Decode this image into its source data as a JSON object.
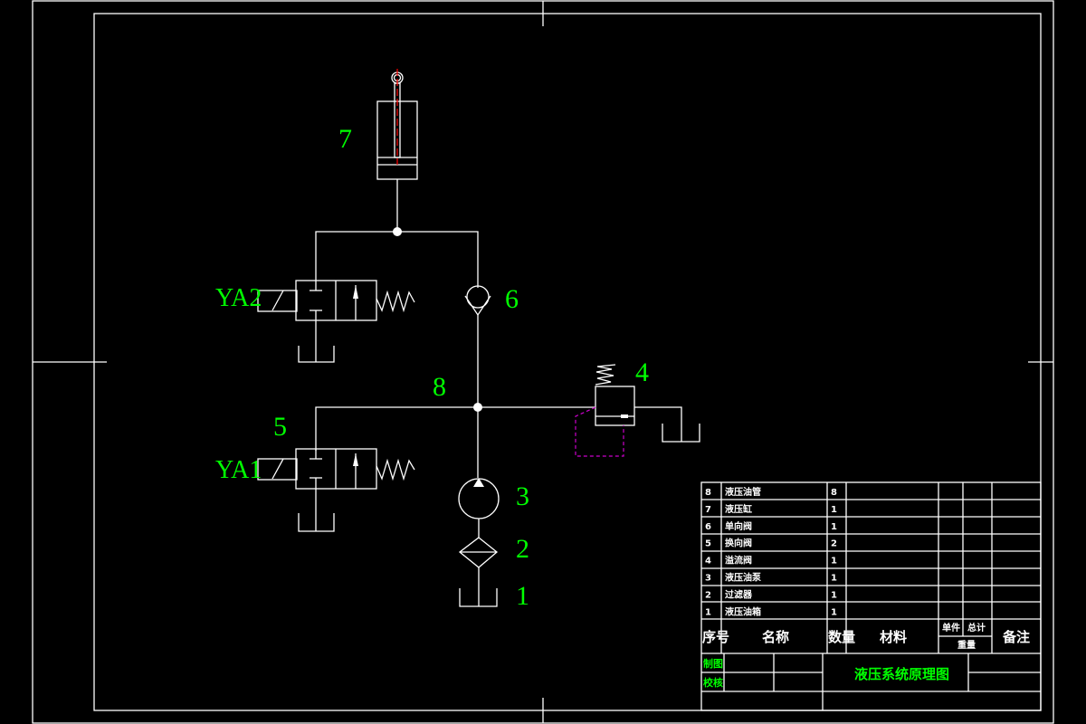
{
  "drawing": {
    "title": "液压系统原理图",
    "labels": {
      "cylinder": "7",
      "check_valve": "6",
      "relief_valve": "4",
      "pipe": "8",
      "valve_5": "5",
      "pump": "3",
      "filter": "2",
      "tank": "1",
      "solenoid_top": "YA2",
      "solenoid_bottom": "YA1"
    },
    "colors": {
      "line": "#ffffff",
      "label": "#00ff00",
      "pilot": "#cc00cc",
      "rod_axis": "#ff0000"
    }
  },
  "bom": {
    "headers": {
      "index": "序号",
      "name": "名称",
      "qty": "数量",
      "material": "材料",
      "unit": "单件",
      "total": "总计",
      "weight": "重量",
      "remark": "备注"
    },
    "rows": [
      {
        "index": "8",
        "name": "液压油管",
        "qty": "8"
      },
      {
        "index": "7",
        "name": "液压缸",
        "qty": "1"
      },
      {
        "index": "6",
        "name": "单向阀",
        "qty": "1"
      },
      {
        "index": "5",
        "name": "换向阀",
        "qty": "2"
      },
      {
        "index": "4",
        "name": "溢流阀",
        "qty": "1"
      },
      {
        "index": "3",
        "name": "液压油泵",
        "qty": "1"
      },
      {
        "index": "2",
        "name": "过滤器",
        "qty": "1"
      },
      {
        "index": "1",
        "name": "液压油箱",
        "qty": "1"
      }
    ]
  },
  "title_block": {
    "drawn_by_label": "制图",
    "checked_by_label": "校核",
    "drawing_title": "液压系统原理图"
  }
}
